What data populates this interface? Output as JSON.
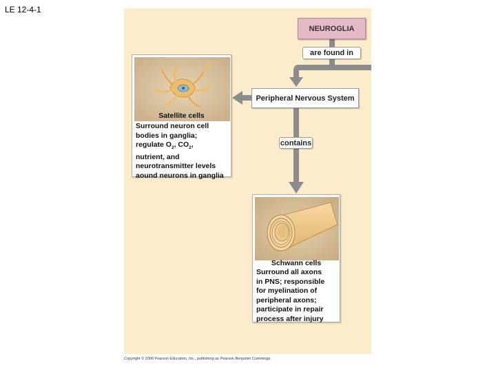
{
  "slide_label": "LE 12-4-1",
  "nodes": {
    "neuroglia": "NEUROGLIA",
    "are_found_in": "are found in",
    "pns": "Peripheral Nervous System",
    "contains": "contains"
  },
  "satellite": {
    "title": "Satellite cells",
    "desc_line1": "Surround neuron cell",
    "desc_line2": "bodies in ganglia;",
    "desc_line3_pre": "regulate O",
    "desc_line3_sub1": "2",
    "desc_line3_mid": ", CO",
    "desc_line3_sub2": "2",
    "desc_line3_post": ",",
    "desc_line4": "nutrient, and",
    "desc_line5": "neurotransmitter levels",
    "desc_line6": "aound neurons in ganglia"
  },
  "schwann": {
    "title": "Schwann cells",
    "desc": "Surround all axons\nin PNS; responsible\nfor myelination of\nperipheral axons;\nparticipate in repair\nprocess after injury"
  },
  "copyright": "Copyright © 2006 Pearson Education, Inc., publishing as Pearson Benjamin Cummings.",
  "colors": {
    "panel_bg": "#fbeccb",
    "neuroglia_box": "#e6b9c6",
    "arrow": "#8c8c8c",
    "image_bg": "#d9c2a0",
    "cell_body": "#f0b866"
  }
}
